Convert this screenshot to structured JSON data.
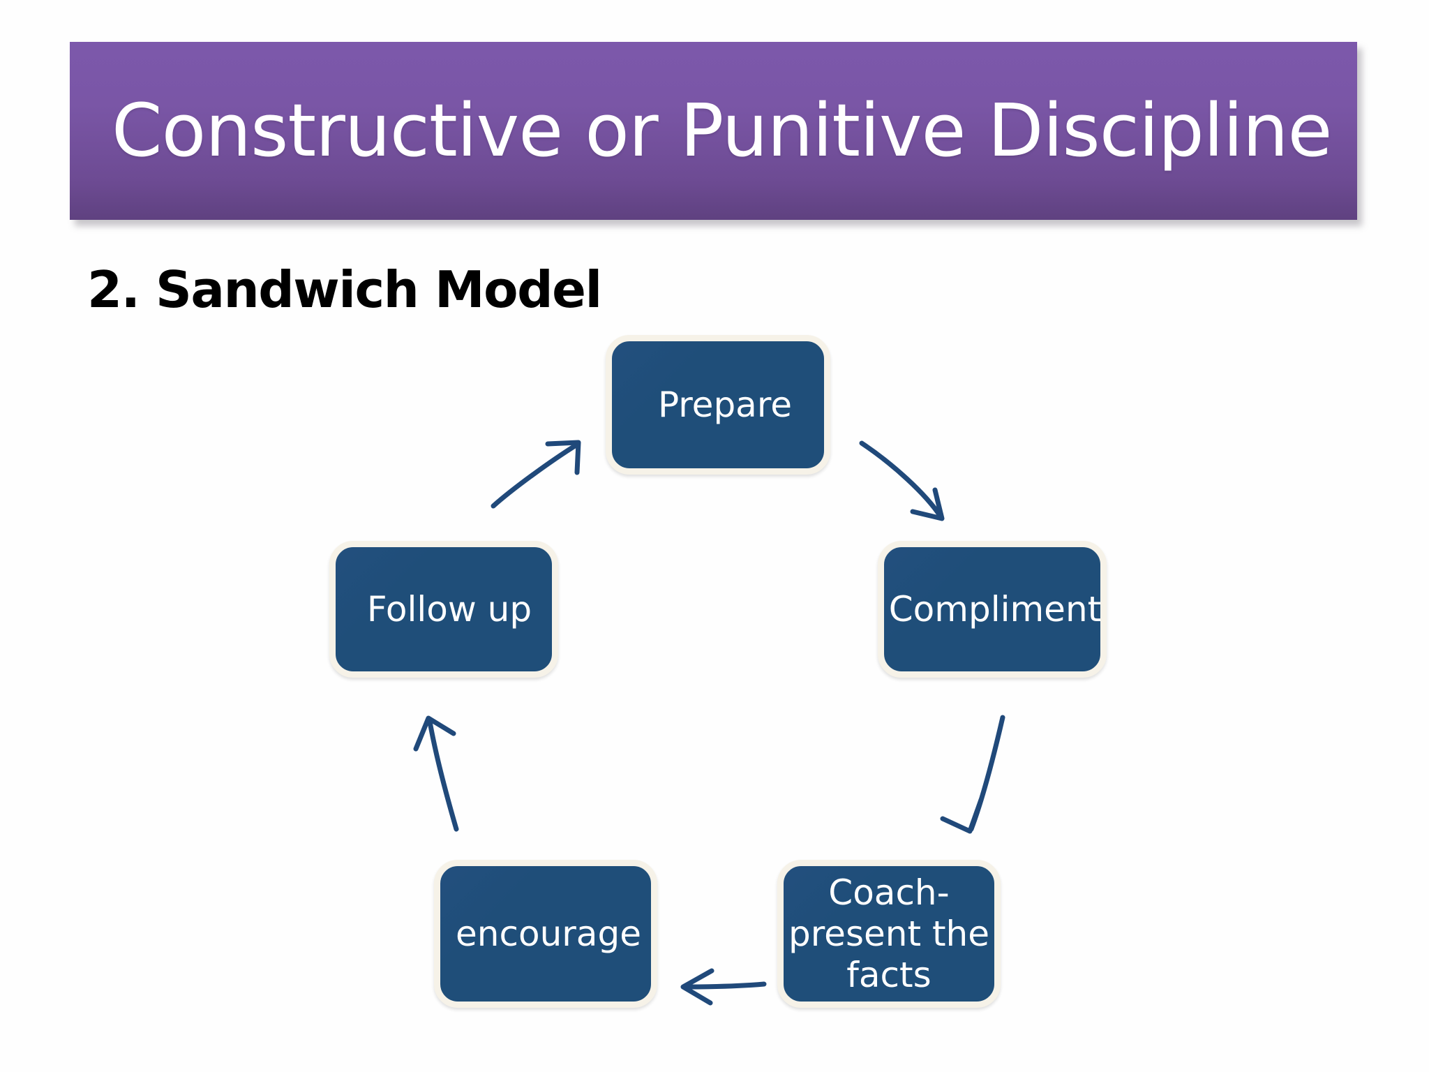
{
  "slide": {
    "background_color": "#fefefe",
    "title": {
      "text": "Constructive or Punitive Discipline",
      "background_gradient_from": "#7c58ab",
      "background_gradient_to": "#5f4180",
      "text_color": "#ffffff"
    },
    "heading": {
      "text": "2. Sandwich Model",
      "text_color": "#000000"
    }
  },
  "diagram": {
    "type": "cycle",
    "node_fill_color": "#214D7C",
    "node_border_color": "#f6f2e8",
    "node_text_color": "#ffffff",
    "arrow_color": "#1f4e79",
    "nodes": [
      {
        "id": "prepare",
        "label": "Prepare",
        "position": "top"
      },
      {
        "id": "compliment",
        "label": "Compliment",
        "position": "right"
      },
      {
        "id": "coach",
        "label": "Coach-\npresent the\nfacts",
        "position": "bottom-right"
      },
      {
        "id": "encourage",
        "label": "encourage",
        "position": "bottom-left"
      },
      {
        "id": "followup",
        "label": "Follow up",
        "position": "left"
      }
    ],
    "arrows": [
      {
        "id": "prepare-to-compliment",
        "from": "prepare",
        "to": "compliment",
        "style": "curved"
      },
      {
        "id": "compliment-to-coach",
        "from": "compliment",
        "to": "coach",
        "style": "curved"
      },
      {
        "id": "coach-to-encourage",
        "from": "coach",
        "to": "encourage",
        "style": "straight"
      },
      {
        "id": "encourage-to-followup",
        "from": "encourage",
        "to": "followup",
        "style": "curved"
      },
      {
        "id": "followup-to-prepare",
        "from": "followup",
        "to": "prepare",
        "style": "curved"
      }
    ]
  }
}
